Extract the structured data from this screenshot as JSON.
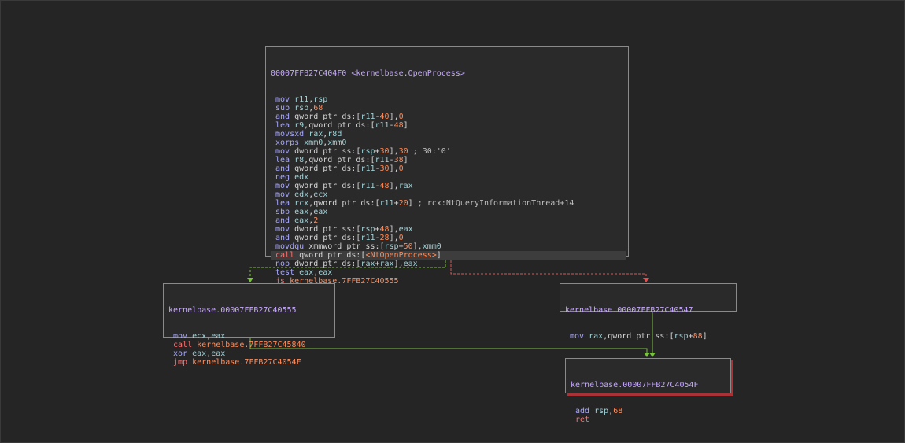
{
  "colors": {
    "background": "#252526",
    "edge_true": "#7ac143",
    "edge_false": "#e05252",
    "edge_jump": "#7ac143",
    "block_border": "#8a8a8a",
    "exit_shadow": "#a83236"
  },
  "blocks": {
    "main": {
      "header_addr": "00007FFB27C404F0",
      "header_label": "<kernelbase.OpenProcess>",
      "lines": [
        {
          "mn": "mov",
          "ops": [
            {
              "t": "reg",
              "v": "r11"
            },
            {
              "t": "txt",
              "v": ","
            },
            {
              "t": "reg",
              "v": "rsp"
            }
          ]
        },
        {
          "mn": "sub",
          "ops": [
            {
              "t": "reg",
              "v": "rsp"
            },
            {
              "t": "txt",
              "v": ","
            },
            {
              "t": "num",
              "v": "68"
            }
          ]
        },
        {
          "mn": "and",
          "ops": [
            {
              "t": "txt",
              "v": "qword ptr ds:["
            },
            {
              "t": "reg",
              "v": "r11"
            },
            {
              "t": "txt",
              "v": "-"
            },
            {
              "t": "num",
              "v": "40"
            },
            {
              "t": "txt",
              "v": "],"
            },
            {
              "t": "num",
              "v": "0"
            }
          ]
        },
        {
          "mn": "lea",
          "ops": [
            {
              "t": "reg",
              "v": "r9"
            },
            {
              "t": "txt",
              "v": ",qword ptr ds:["
            },
            {
              "t": "reg",
              "v": "r11"
            },
            {
              "t": "txt",
              "v": "-"
            },
            {
              "t": "num",
              "v": "48"
            },
            {
              "t": "txt",
              "v": "]"
            }
          ]
        },
        {
          "mn": "movsxd",
          "ops": [
            {
              "t": "reg",
              "v": "rax"
            },
            {
              "t": "txt",
              "v": ","
            },
            {
              "t": "reg",
              "v": "r8d"
            }
          ]
        },
        {
          "mn": "xorps",
          "ops": [
            {
              "t": "reg",
              "v": "xmm0"
            },
            {
              "t": "txt",
              "v": ","
            },
            {
              "t": "reg",
              "v": "xmm0"
            }
          ]
        },
        {
          "mn": "mov",
          "ops": [
            {
              "t": "txt",
              "v": "dword ptr ss:["
            },
            {
              "t": "reg",
              "v": "rsp"
            },
            {
              "t": "txt",
              "v": "+"
            },
            {
              "t": "num",
              "v": "30"
            },
            {
              "t": "txt",
              "v": "],"
            },
            {
              "t": "num",
              "v": "30"
            },
            {
              "t": "cmt",
              "v": " ; 30:'0'"
            }
          ]
        },
        {
          "mn": "lea",
          "ops": [
            {
              "t": "reg",
              "v": "r8"
            },
            {
              "t": "txt",
              "v": ",qword ptr ds:["
            },
            {
              "t": "reg",
              "v": "r11"
            },
            {
              "t": "txt",
              "v": "-"
            },
            {
              "t": "num",
              "v": "38"
            },
            {
              "t": "txt",
              "v": "]"
            }
          ]
        },
        {
          "mn": "and",
          "ops": [
            {
              "t": "txt",
              "v": "qword ptr ds:["
            },
            {
              "t": "reg",
              "v": "r11"
            },
            {
              "t": "txt",
              "v": "-"
            },
            {
              "t": "num",
              "v": "30"
            },
            {
              "t": "txt",
              "v": "],"
            },
            {
              "t": "num",
              "v": "0"
            }
          ]
        },
        {
          "mn": "neg",
          "ops": [
            {
              "t": "reg",
              "v": "edx"
            }
          ]
        },
        {
          "mn": "mov",
          "ops": [
            {
              "t": "txt",
              "v": "qword ptr ds:["
            },
            {
              "t": "reg",
              "v": "r11"
            },
            {
              "t": "txt",
              "v": "-"
            },
            {
              "t": "num",
              "v": "48"
            },
            {
              "t": "txt",
              "v": "],"
            },
            {
              "t": "reg",
              "v": "rax"
            }
          ]
        },
        {
          "mn": "mov",
          "ops": [
            {
              "t": "reg",
              "v": "edx"
            },
            {
              "t": "txt",
              "v": ","
            },
            {
              "t": "reg",
              "v": "ecx"
            }
          ]
        },
        {
          "mn": "lea",
          "ops": [
            {
              "t": "reg",
              "v": "rcx"
            },
            {
              "t": "txt",
              "v": ",qword ptr ds:["
            },
            {
              "t": "reg",
              "v": "r11"
            },
            {
              "t": "txt",
              "v": "+"
            },
            {
              "t": "num",
              "v": "20"
            },
            {
              "t": "txt",
              "v": "]"
            },
            {
              "t": "cmt",
              "v": " ; rcx:NtQueryInformationThread+14"
            }
          ]
        },
        {
          "mn": "sbb",
          "ops": [
            {
              "t": "reg",
              "v": "eax"
            },
            {
              "t": "txt",
              "v": ","
            },
            {
              "t": "reg",
              "v": "eax"
            }
          ]
        },
        {
          "mn": "and",
          "ops": [
            {
              "t": "reg",
              "v": "eax"
            },
            {
              "t": "txt",
              "v": ","
            },
            {
              "t": "num",
              "v": "2"
            }
          ]
        },
        {
          "mn": "mov",
          "ops": [
            {
              "t": "txt",
              "v": "dword ptr ss:["
            },
            {
              "t": "reg",
              "v": "rsp"
            },
            {
              "t": "txt",
              "v": "+"
            },
            {
              "t": "num",
              "v": "48"
            },
            {
              "t": "txt",
              "v": "],"
            },
            {
              "t": "reg",
              "v": "eax"
            }
          ]
        },
        {
          "mn": "and",
          "ops": [
            {
              "t": "txt",
              "v": "qword ptr ds:["
            },
            {
              "t": "reg",
              "v": "r11"
            },
            {
              "t": "txt",
              "v": "-"
            },
            {
              "t": "num",
              "v": "28"
            },
            {
              "t": "txt",
              "v": "],"
            },
            {
              "t": "num",
              "v": "0"
            }
          ]
        },
        {
          "mn": "movdqu",
          "ops": [
            {
              "t": "txt",
              "v": "xmmword ptr ss:["
            },
            {
              "t": "reg",
              "v": "rsp"
            },
            {
              "t": "txt",
              "v": "+"
            },
            {
              "t": "num",
              "v": "50"
            },
            {
              "t": "txt",
              "v": "],"
            },
            {
              "t": "reg",
              "v": "xmm0"
            }
          ]
        },
        {
          "mn": "call",
          "cls": "mn-call",
          "sel": true,
          "ops": [
            {
              "t": "txt",
              "v": "qword ptr ds:["
            },
            {
              "t": "sym",
              "v": "<NtOpenProcess>"
            },
            {
              "t": "txt",
              "v": "]"
            }
          ]
        },
        {
          "mn": "nop",
          "ops": [
            {
              "t": "txt",
              "v": "dword ptr ds:["
            },
            {
              "t": "reg",
              "v": "rax"
            },
            {
              "t": "txt",
              "v": "+"
            },
            {
              "t": "reg",
              "v": "rax"
            },
            {
              "t": "txt",
              "v": "],"
            },
            {
              "t": "reg",
              "v": "eax"
            }
          ]
        },
        {
          "mn": "test",
          "ops": [
            {
              "t": "reg",
              "v": "eax"
            },
            {
              "t": "txt",
              "v": ","
            },
            {
              "t": "reg",
              "v": "eax"
            }
          ]
        },
        {
          "mn": "js",
          "cls": "mn-js",
          "ops": [
            {
              "t": "sym",
              "v": "kernelbase.7FFB27C40555"
            }
          ]
        }
      ]
    },
    "left": {
      "header_label": "kernelbase.00007FFB27C40555",
      "lines": [
        {
          "mn": "mov",
          "ops": [
            {
              "t": "reg",
              "v": "ecx"
            },
            {
              "t": "txt",
              "v": ","
            },
            {
              "t": "reg",
              "v": "eax"
            }
          ]
        },
        {
          "mn": "call",
          "cls": "mn-call",
          "ops": [
            {
              "t": "sym",
              "v": "kernelbase.7FFB27C45840"
            }
          ]
        },
        {
          "mn": "xor",
          "ops": [
            {
              "t": "reg",
              "v": "eax"
            },
            {
              "t": "txt",
              "v": ","
            },
            {
              "t": "reg",
              "v": "eax"
            }
          ]
        },
        {
          "mn": "jmp",
          "cls": "mn-jmp",
          "ops": [
            {
              "t": "sym",
              "v": "kernelbase.7FFB27C4054F"
            }
          ]
        }
      ]
    },
    "right": {
      "header_label": "kernelbase.00007FFB27C40547",
      "lines": [
        {
          "mn": "mov",
          "ops": [
            {
              "t": "reg",
              "v": "rax"
            },
            {
              "t": "txt",
              "v": ",qword ptr ss:["
            },
            {
              "t": "reg",
              "v": "rsp"
            },
            {
              "t": "txt",
              "v": "+"
            },
            {
              "t": "num",
              "v": "88"
            },
            {
              "t": "txt",
              "v": "]"
            }
          ]
        }
      ]
    },
    "exit": {
      "header_label": "kernelbase.00007FFB27C4054F",
      "lines": [
        {
          "mn": "add",
          "ops": [
            {
              "t": "reg",
              "v": "rsp"
            },
            {
              "t": "txt",
              "v": ","
            },
            {
              "t": "num",
              "v": "68"
            }
          ]
        },
        {
          "mn": "ret",
          "cls": "mn-ret",
          "ops": []
        }
      ]
    }
  }
}
